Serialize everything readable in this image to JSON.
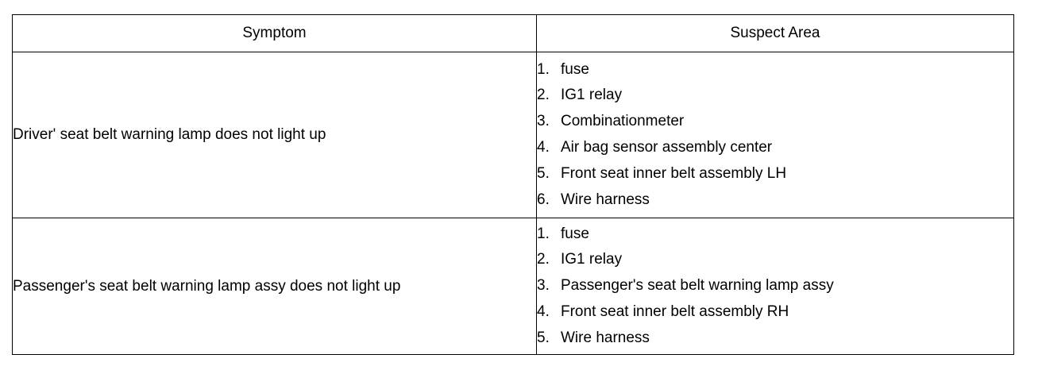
{
  "table": {
    "headers": {
      "symptom": "Symptom",
      "suspect_area": "Suspect Area"
    },
    "rows": [
      {
        "symptom": "Driver' seat belt warning lamp does not light up",
        "suspects": [
          {
            "num": "1.",
            "text": "fuse"
          },
          {
            "num": "2.",
            "text": "IG1 relay"
          },
          {
            "num": "3.",
            "text": "Combinationmeter"
          },
          {
            "num": "4.",
            "text": "Air bag sensor assembly center"
          },
          {
            "num": "5.",
            "text": "Front seat inner belt assembly LH"
          },
          {
            "num": "6.",
            "text": "Wire harness"
          }
        ]
      },
      {
        "symptom": "Passenger's seat belt warning lamp assy does not light up",
        "suspects": [
          {
            "num": "1.",
            "text": "fuse"
          },
          {
            "num": "2.",
            "text": "IG1 relay"
          },
          {
            "num": "3.",
            "text": "Passenger's seat belt warning lamp assy"
          },
          {
            "num": "4.",
            "text": "Front seat inner belt assembly RH"
          },
          {
            "num": "5.",
            "text": "Wire harness"
          }
        ]
      }
    ]
  }
}
